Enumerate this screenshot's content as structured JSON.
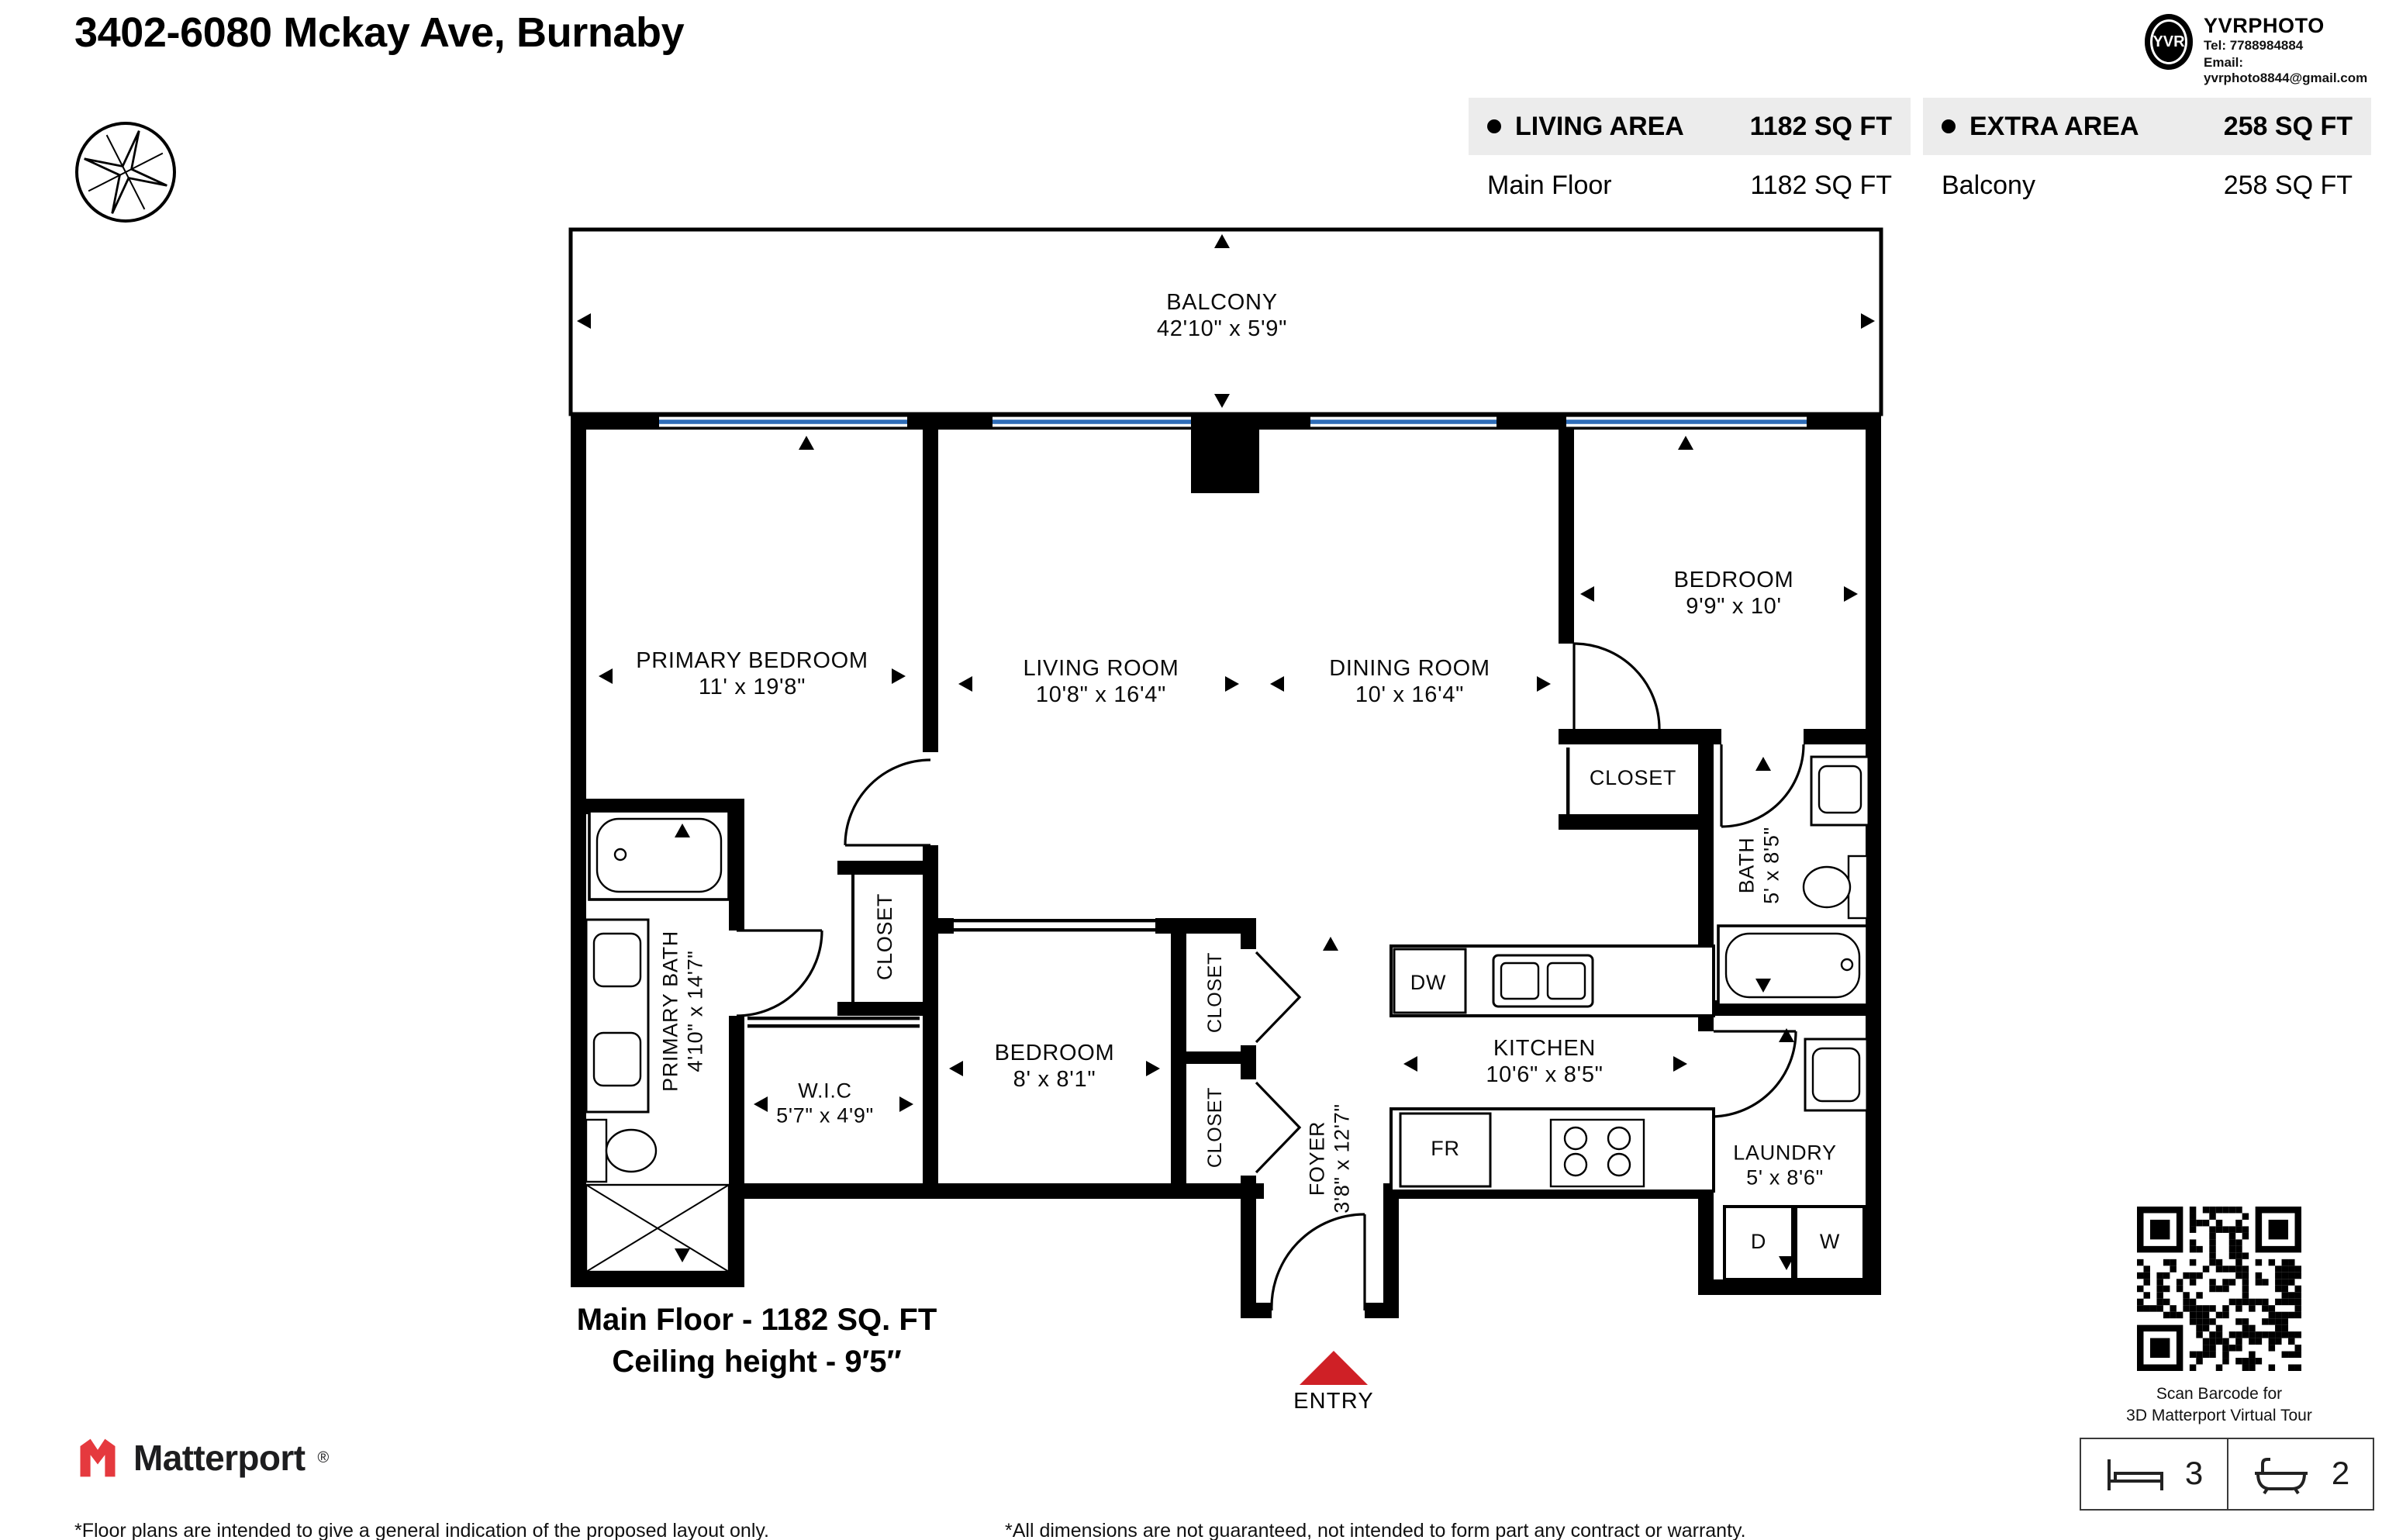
{
  "page": {
    "title": "3402-6080 Mckay Ave, Burnaby"
  },
  "vendor": {
    "badge": "YVR",
    "name": "YVRPHOTO",
    "tel": "Tel:  7788984884",
    "email": "Email:  yvrphoto8844@gmail.com"
  },
  "area_summary": {
    "living": {
      "label": "LIVING AREA",
      "total": "1182 SQ FT",
      "row_label": "Main Floor",
      "row_value": "1182 SQ FT"
    },
    "extra": {
      "label": "EXTRA AREA",
      "total": "258 SQ FT",
      "row_label": "Balcony",
      "row_value": "258 SQ FT"
    }
  },
  "rooms": {
    "balcony": {
      "name": "BALCONY",
      "dims": "42'10\" x 5'9\""
    },
    "primary_bedroom": {
      "name": "PRIMARY BEDROOM",
      "dims": "11' x 19'8\""
    },
    "living_room": {
      "name": "LIVING ROOM",
      "dims": "10'8\" x 16'4\""
    },
    "dining_room": {
      "name": "DINING ROOM",
      "dims": "10' x 16'4\""
    },
    "bedroom_2": {
      "name": "BEDROOM",
      "dims": "9'9\" x 10'"
    },
    "closet_dining": {
      "name": "CLOSET"
    },
    "bath_2": {
      "name": "BATH",
      "dims": "5' x 8'5\""
    },
    "primary_bath": {
      "name": "PRIMARY BATH",
      "dims": "4'10\" x 14'7\""
    },
    "closet_primary": {
      "name": "CLOSET"
    },
    "wic": {
      "name": "W.I.C",
      "dims": "5'7\" x 4'9\""
    },
    "bedroom_3": {
      "name": "BEDROOM",
      "dims": "8' x 8'1\""
    },
    "closet_hall_1": {
      "name": "CLOSET"
    },
    "closet_hall_2": {
      "name": "CLOSET"
    },
    "kitchen": {
      "name": "KITCHEN",
      "dims": "10'6\" x 8'5\""
    },
    "foyer": {
      "name": "FOYER",
      "dims": "3'8\" x 12'7\""
    },
    "laundry": {
      "name": "LAUNDRY",
      "dims": "5' x 8'6\""
    }
  },
  "appliances": {
    "dishwasher": "DW",
    "fridge": "FR",
    "dryer": "D",
    "washer": "W"
  },
  "entry": {
    "label": "ENTRY"
  },
  "caption": {
    "line1": "Main Floor - 1182 SQ. FT",
    "line2": "Ceiling height - 9′5″"
  },
  "branding": {
    "matterport": "Matterport",
    "reg": "®"
  },
  "qr": {
    "line1": "Scan Barcode for",
    "line2": "3D Matterport Virtual Tour"
  },
  "stats": {
    "beds": "3",
    "baths": "2"
  },
  "footer": {
    "left": "*Floor plans are intended to give a general indication of the proposed layout only.",
    "right": "*All dimensions are not guaranteed, not intended to form part any contract or warranty."
  },
  "colors": {
    "accent_red": "#cf2026",
    "window_blue": "#2f6db8",
    "matterport_red": "#e5393e"
  }
}
